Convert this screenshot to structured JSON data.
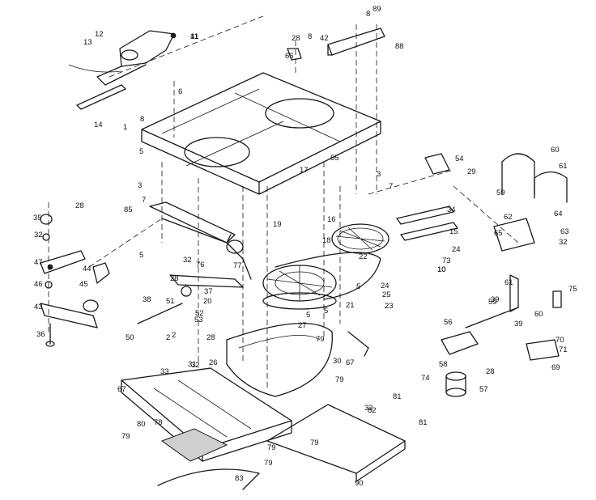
{
  "diagram": {
    "callouts": [
      "1",
      "2",
      "2",
      "3",
      "3",
      "5",
      "5",
      "5",
      "5",
      "5",
      "6",
      "7",
      "7",
      "8",
      "8",
      "8",
      "10",
      "10",
      "11",
      "12",
      "13",
      "14",
      "15",
      "16",
      "17",
      "18",
      "19",
      "20",
      "21",
      "22",
      "23",
      "24",
      "24",
      "25",
      "26",
      "27",
      "28",
      "28",
      "28",
      "28",
      "28",
      "29",
      "30",
      "31",
      "32",
      "32",
      "32",
      "32",
      "32",
      "33",
      "34",
      "35",
      "36",
      "37",
      "38",
      "39",
      "39",
      "41",
      "42",
      "43",
      "44",
      "45",
      "46",
      "47",
      "50",
      "51",
      "52",
      "53",
      "54",
      "55",
      "56",
      "57",
      "58",
      "59",
      "59",
      "60",
      "60",
      "61",
      "61",
      "62",
      "63",
      "64",
      "65",
      "66",
      "67",
      "67",
      "69",
      "70",
      "71",
      "73",
      "74",
      "75",
      "76",
      "77",
      "78",
      "79",
      "79",
      "79",
      "79",
      "79",
      "79",
      "80",
      "81",
      "81",
      "82",
      "83",
      "85",
      "88",
      "89",
      "90"
    ]
  }
}
